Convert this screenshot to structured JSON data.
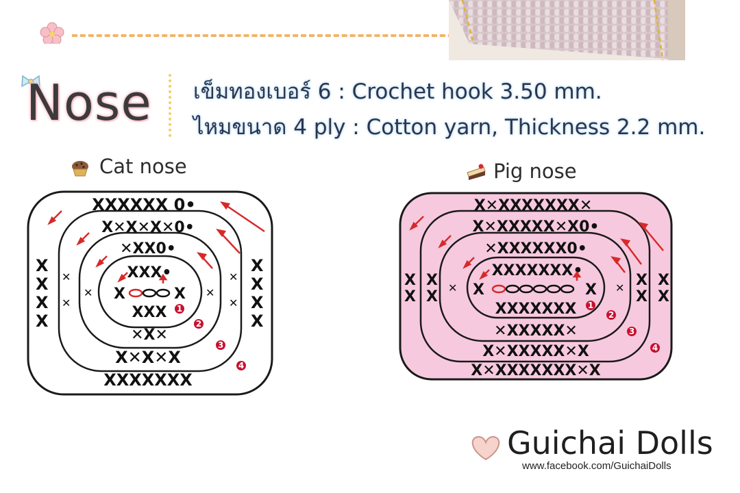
{
  "header": {
    "title": "Nose",
    "hook_line": "เข็มทองเบอร์ 6 : Crochet hook 3.50 mm.",
    "yarn_line": "ไหมขนาด 4 ply : Cotton yarn, Thickness 2.2 mm."
  },
  "charts": [
    {
      "label": "Cat nose",
      "rows": [
        {
          "text": "XXXXXX 0•"
        },
        {
          "text": "X✕X✕X✕0•"
        },
        {
          "text": "✕XX0•"
        },
        {
          "text": "XXX•"
        },
        {
          "text": "XXX"
        },
        {
          "text": "✕X✕"
        },
        {
          "text": "X✕X✕X"
        },
        {
          "text": "XXXXXXX"
        }
      ],
      "round_numbers": [
        "1",
        "2",
        "3",
        "4"
      ]
    },
    {
      "label": "Pig nose",
      "rows": [
        {
          "text": "X✕XXXXXXX✕"
        },
        {
          "text": "X✕XXXXX✕X0•"
        },
        {
          "text": "✕XXXXXX0•"
        },
        {
          "text": "XXXXXXX•"
        },
        {
          "text": "XXXXXXX"
        },
        {
          "text": "✕XXXXX✕"
        },
        {
          "text": "X✕XXXXX✕X"
        },
        {
          "text": "X✕XXXXXXX✕X"
        }
      ],
      "round_numbers": [
        "1",
        "2",
        "3",
        "4"
      ]
    }
  ],
  "footer": {
    "brand": "Guichai Dolls",
    "url": "www.facebook.com/GuichaiDolls"
  },
  "colors": {
    "accent_pink": "#f7c9de",
    "dash_orange": "#f1b46a",
    "arrow_red": "#d62a2a",
    "round_badge_red": "#c8102e",
    "stitch_black": "#111111"
  }
}
